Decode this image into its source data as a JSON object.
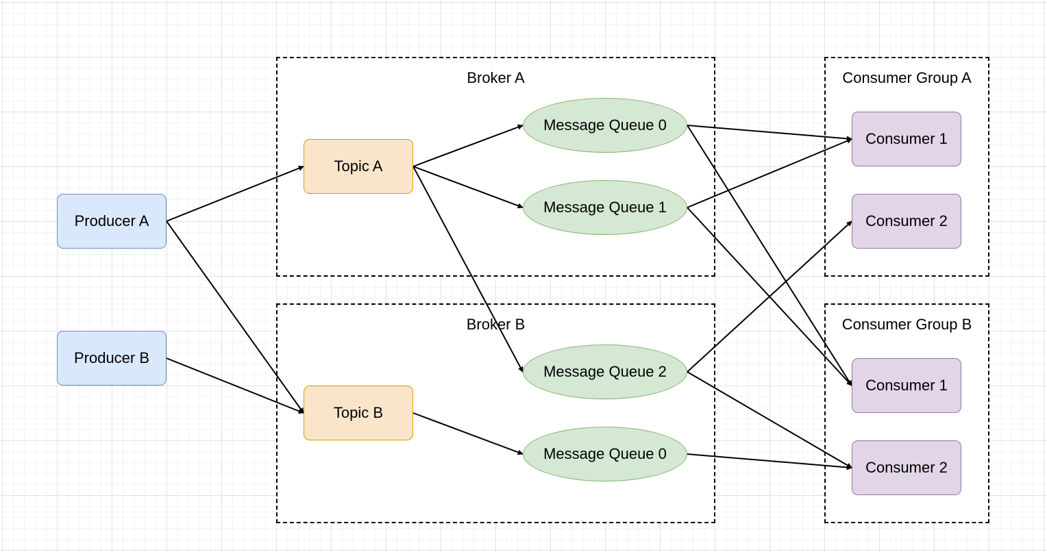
{
  "groups": {
    "broker_a": {
      "label": "Broker A"
    },
    "broker_b": {
      "label": "Broker B"
    },
    "consumer_group_a": {
      "label": "Consumer Group A"
    },
    "consumer_group_b": {
      "label": "Consumer Group B"
    }
  },
  "producers": {
    "a": {
      "label": "Producer A"
    },
    "b": {
      "label": "Producer B"
    }
  },
  "topics": {
    "a": {
      "label": "Topic A"
    },
    "b": {
      "label": "Topic B"
    }
  },
  "queues": {
    "a0": {
      "label": "Message Queue 0"
    },
    "a1": {
      "label": "Message Queue 1"
    },
    "b2": {
      "label": "Message Queue 2"
    },
    "b0": {
      "label": "Message Queue 0"
    }
  },
  "consumers": {
    "ga1": {
      "label": "Consumer 1"
    },
    "ga2": {
      "label": "Consumer 2"
    },
    "gb1": {
      "label": "Consumer 1"
    },
    "gb2": {
      "label": "Consumer 2"
    }
  },
  "colors": {
    "producer_fill": "#dae8fc",
    "producer_stroke": "#6c8ebf",
    "topic_fill": "#fae5cb",
    "topic_stroke": "#d79b00",
    "queue_fill": "#d5e8d4",
    "queue_stroke": "#82b366",
    "consumer_fill": "#e1d5e7",
    "consumer_stroke": "#9673a6",
    "edge": "#000000"
  },
  "edges": [
    {
      "from": "producer-a",
      "to": "topic-a"
    },
    {
      "from": "producer-a",
      "to": "topic-b"
    },
    {
      "from": "producer-b",
      "to": "topic-b"
    },
    {
      "from": "topic-a",
      "to": "queue-a0"
    },
    {
      "from": "topic-a",
      "to": "queue-a1"
    },
    {
      "from": "topic-a",
      "to": "queue-b2"
    },
    {
      "from": "topic-b",
      "to": "queue-b0"
    },
    {
      "from": "queue-a0",
      "to": "consumer-group-a-consumer-1"
    },
    {
      "from": "queue-a0",
      "to": "consumer-group-b-consumer-1"
    },
    {
      "from": "queue-a1",
      "to": "consumer-group-a-consumer-1"
    },
    {
      "from": "queue-a1",
      "to": "consumer-group-b-consumer-1"
    },
    {
      "from": "queue-b2",
      "to": "consumer-group-a-consumer-2"
    },
    {
      "from": "queue-b2",
      "to": "consumer-group-b-consumer-2"
    },
    {
      "from": "queue-b0",
      "to": "consumer-group-b-consumer-2"
    }
  ]
}
